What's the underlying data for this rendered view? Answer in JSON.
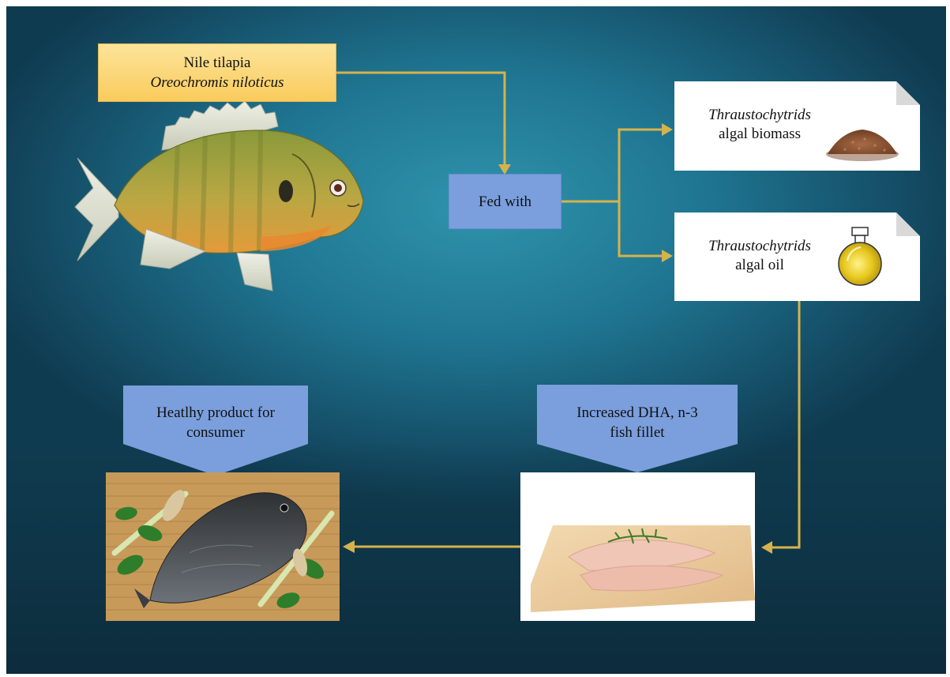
{
  "diagram": {
    "source": {
      "line1": "Nile tilapia",
      "line2": "Oreochromis niloticus"
    },
    "feed_node": {
      "label": "Fed with"
    },
    "option_biomass": {
      "line1": "Thraustochytrids",
      "line2": "algal biomass"
    },
    "option_oil": {
      "line1": "Thraustochytrids",
      "line2": "algal oil"
    },
    "result": {
      "line1": "Increased  DHA, n-3",
      "line2": "fish fillet"
    },
    "outcome": {
      "line1": "Heatlhy product for",
      "line2": "consumer"
    }
  },
  "colors": {
    "arrow": "#d6b24c",
    "title_box": "#fbd56e",
    "feed_box": "#7b9fdd",
    "callout": "#7b9fdd"
  }
}
